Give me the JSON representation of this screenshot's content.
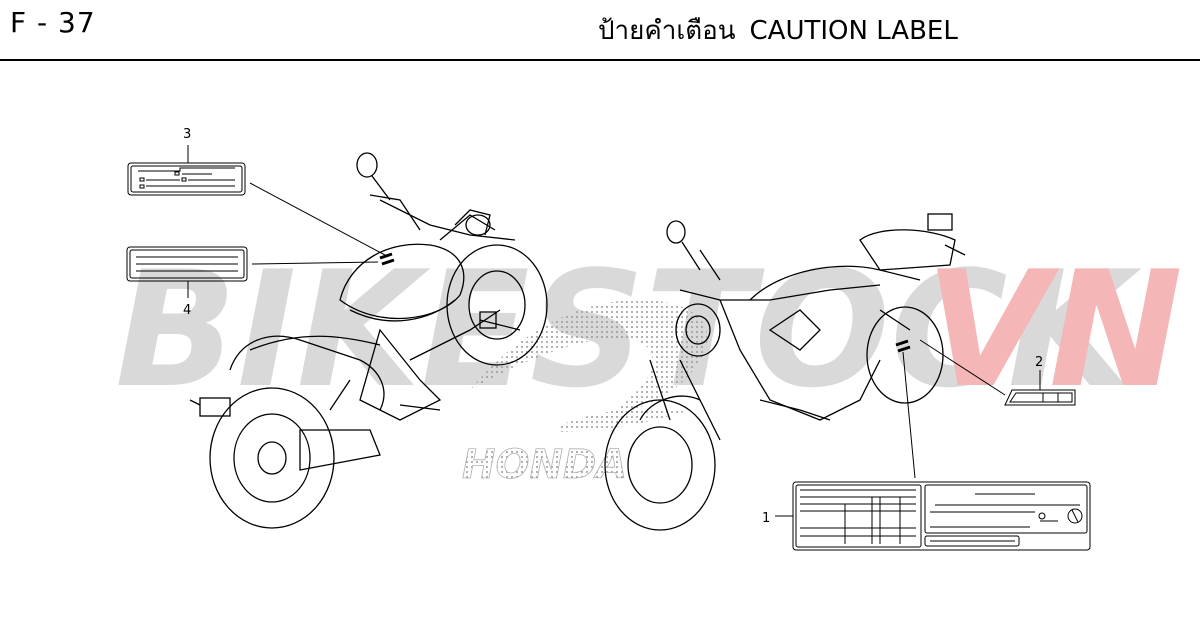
{
  "header": {
    "page_code": "F - 37",
    "title_thai": "ป้ายคำเตือน",
    "title_en": "CAUTION LABEL"
  },
  "watermark": {
    "text_main": "BIKESTOCK",
    "text_accent": "VN",
    "color_main": "#d9d9d9",
    "color_accent": "#f4b6b6"
  },
  "brand_mark": {
    "text": "HONDA",
    "icon": "honda-wing-logo"
  },
  "callouts": [
    {
      "number": "1",
      "part": "caution label large"
    },
    {
      "number": "2",
      "part": "caution label small"
    },
    {
      "number": "3",
      "part": "caution label"
    },
    {
      "number": "4",
      "part": "caution label"
    }
  ],
  "colors": {
    "line": "#000000",
    "background": "#ffffff"
  }
}
